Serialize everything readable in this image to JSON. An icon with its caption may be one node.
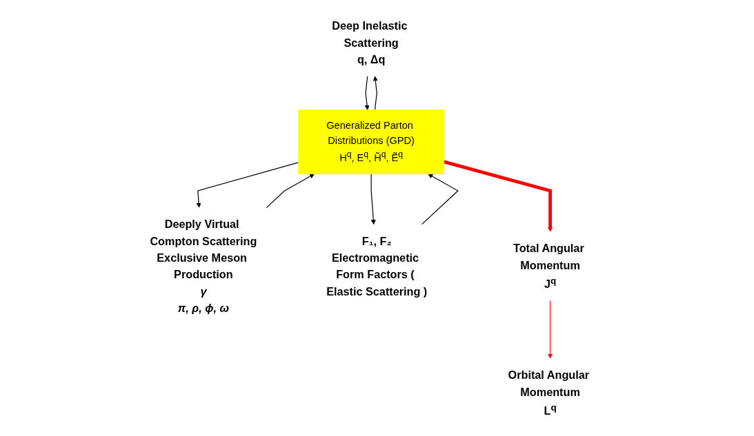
{
  "diagram": {
    "nodes": [
      {
        "text": [
          "Deep Inelastic Scattering",
          "q, Δq"
        ]
      },
      {
        "text": [
          "Deeply Virtual Compton Scattering",
          "Exclusive Meson Production"
        ],
        "beside": [
          "γ",
          "π, ρ, ϕ, ω"
        ]
      },
      {
        "text": [
          "Generalized Parton Distributions (GPD)",
          "H$^{q}$, E$^{q}$, H̃$^{q}$, Ẽ$^{q}$"
        ]
      },
      {
        "text": [
          "F₁, F₂",
          "Electromagnetic Form Factors ( Elastic Scattering )"
        ]
      },
      {
        "text": [
          "Total Angular Momentum",
          "J$^{q}$"
        ]
      },
      {
        "text": [
          "Orbital Angular Momentum",
          "L$^{q}$"
        ]
      }
    ],
    "edges": [
      {
        "from": 0,
        "to": 2,
        "arrow": "to"
      },
      {
        "from": 2,
        "to": 0,
        "arrow": "to"
      },
      {
        "from": 1,
        "to": 2,
        "arrow": "to"
      },
      {
        "from": 2,
        "to": 1,
        "arrow": "to"
      },
      {
        "from": 3,
        "to": 2,
        "arrow": "to"
      },
      {
        "from": 2,
        "to": 3,
        "arrow": "to"
      },
      {
        "from": 2,
        "to": 4,
        "arrow": "to",
        "color": "#ff0000",
        "style": "thick"
      },
      {
        "from": 4,
        "to": 5,
        "arrow": "to",
        "color": "#ff0000"
      }
    ]
  }
}
